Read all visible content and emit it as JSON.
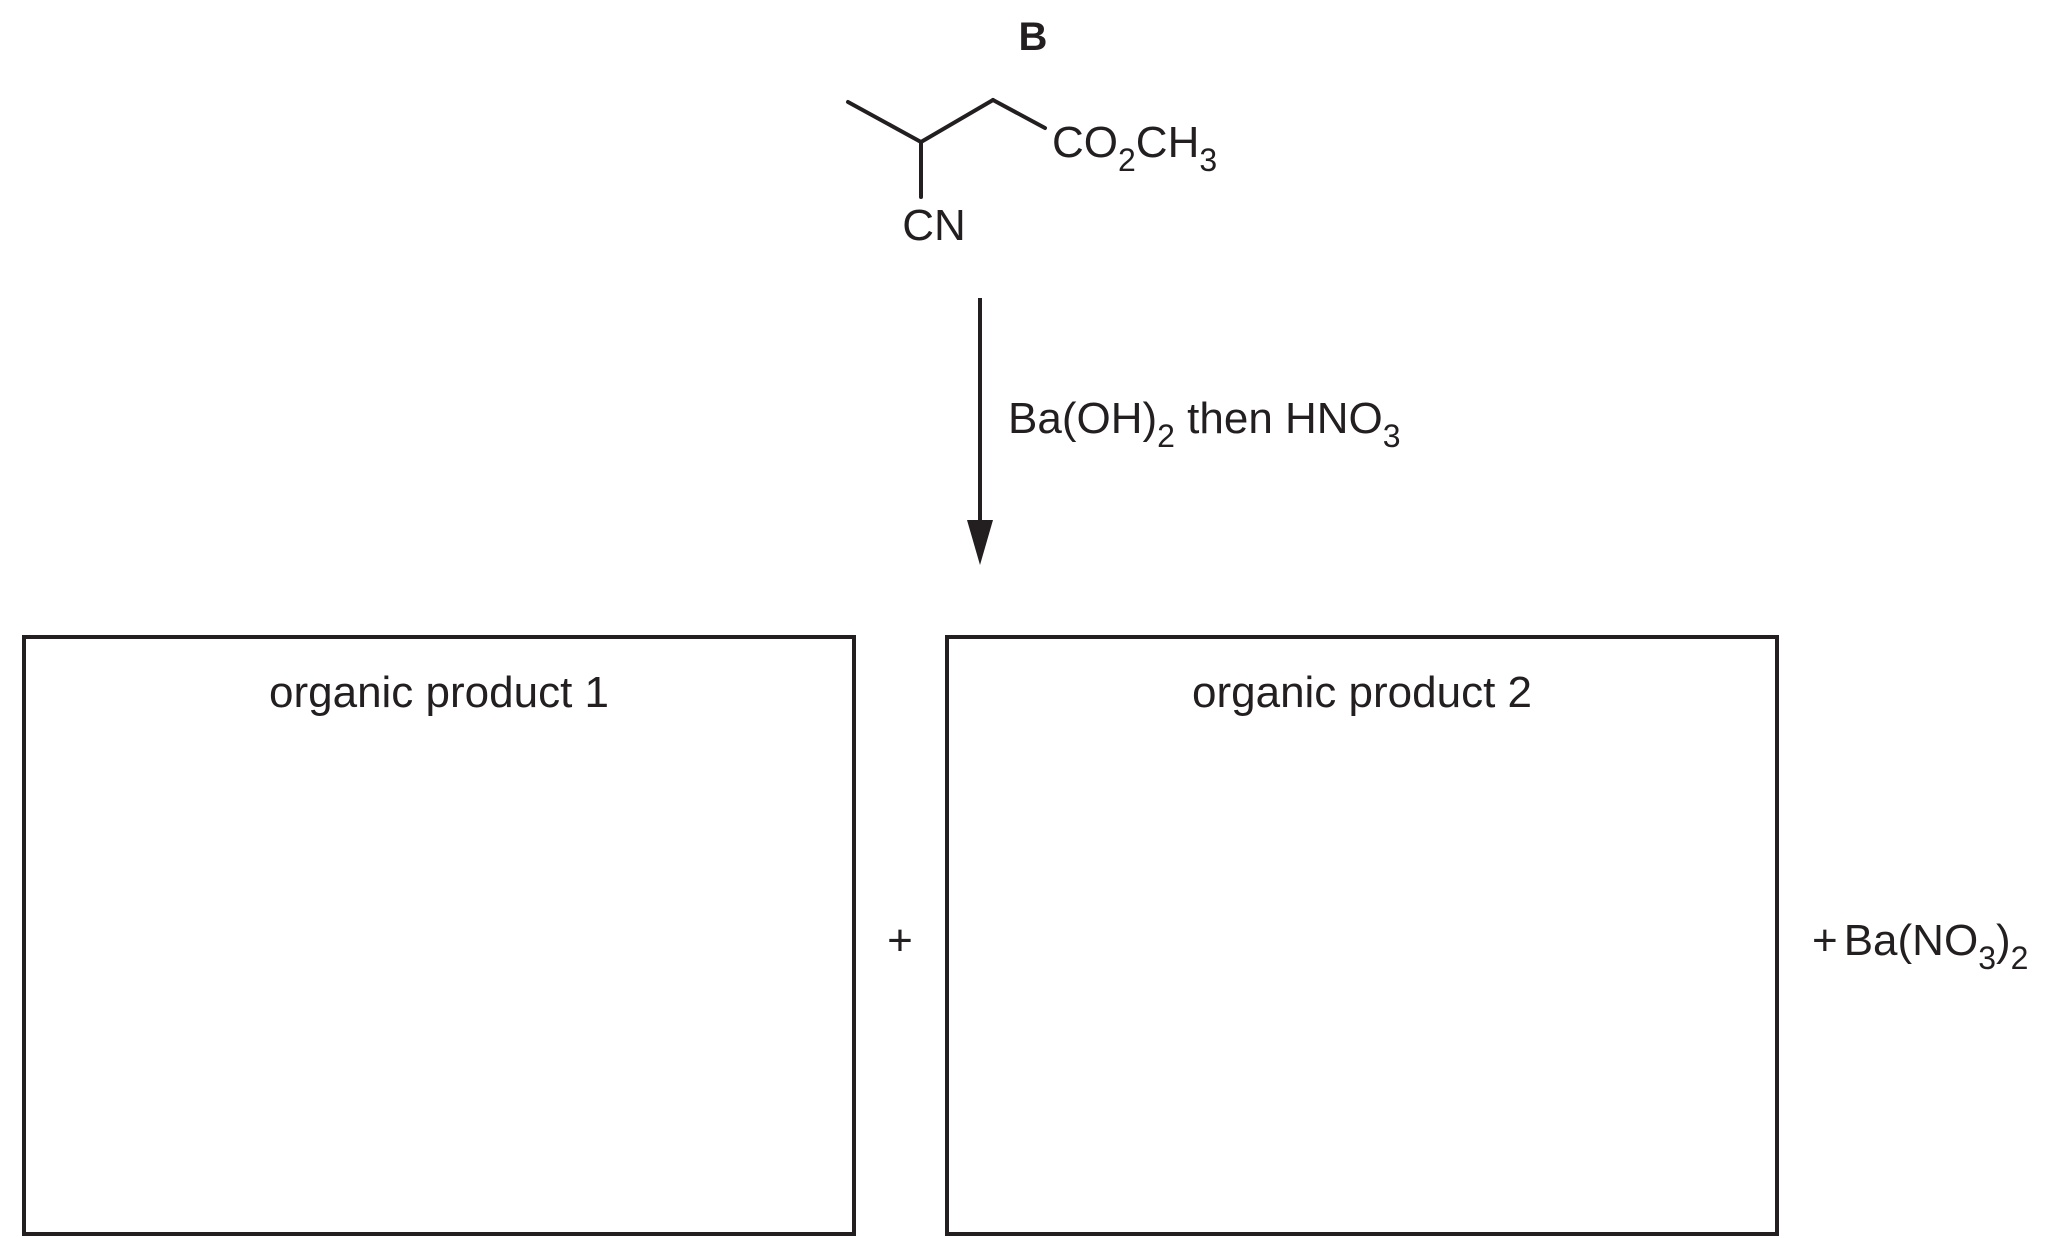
{
  "compound": {
    "label": "B",
    "ester_group": {
      "c": "CO",
      "sub1": "2",
      "ch": "CH",
      "sub2": "3"
    },
    "nitrile_group": "CN"
  },
  "reagent": {
    "part1": "Ba(OH)",
    "sub1": "2",
    "part2": " then HNO",
    "sub2": "3"
  },
  "product_boxes": [
    {
      "label": "organic product 1"
    },
    {
      "label": "organic product 2"
    }
  ],
  "plus_sign": "+",
  "byproduct": {
    "plus": "+",
    "part1": "Ba(NO",
    "sub1": "3",
    "part2": ")",
    "sub2": "2"
  },
  "colors": {
    "ink": "#231f20",
    "background": "#ffffff"
  }
}
